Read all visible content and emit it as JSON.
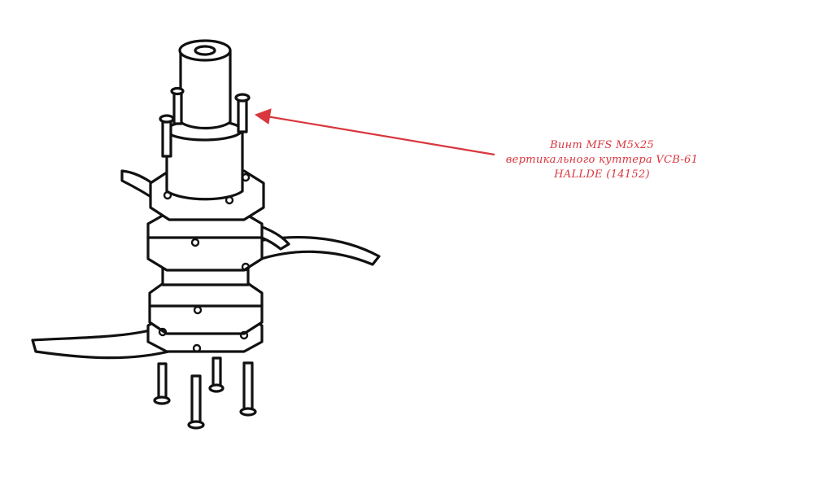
{
  "callout": {
    "lines": [
      "Винт MFS M5x25",
      "вертикального куттера VCB-61",
      "HALLDE (14152)"
    ]
  },
  "colors": {
    "annotation": "#d9363e",
    "line": "#111111",
    "background": "#ffffff"
  }
}
